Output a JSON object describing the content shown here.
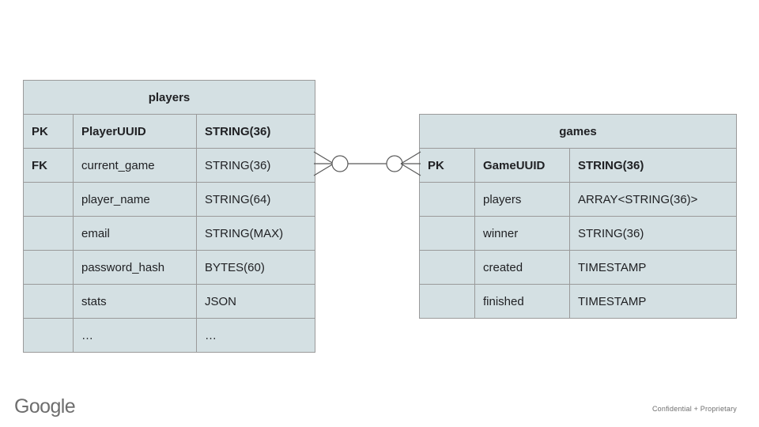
{
  "slide": {
    "background_color": "#ffffff",
    "entity_fill_color": "#d4e0e3",
    "entity_border_color": "#9a9a9a",
    "text_color": "#202124"
  },
  "diagram": {
    "type": "entity-relationship",
    "entities": [
      {
        "name": "players",
        "title": "players",
        "columns": [
          {
            "key": "PK",
            "field": "PlayerUUID",
            "type": "STRING(36)",
            "bold": true
          },
          {
            "key": "FK",
            "field": "current_game",
            "type": "STRING(36)",
            "bold": false
          },
          {
            "key": "",
            "field": "player_name",
            "type": "STRING(64)",
            "bold": false
          },
          {
            "key": "",
            "field": "email",
            "type": "STRING(MAX)",
            "bold": false
          },
          {
            "key": "",
            "field": "password_hash",
            "type": "BYTES(60)",
            "bold": false
          },
          {
            "key": "",
            "field": "stats",
            "type": "JSON",
            "bold": false
          },
          {
            "key": "",
            "field": "…",
            "type": "…",
            "bold": false
          }
        ]
      },
      {
        "name": "games",
        "title": "games",
        "columns": [
          {
            "key": "PK",
            "field": "GameUUID",
            "type": "STRING(36)",
            "bold": true
          },
          {
            "key": "",
            "field": "players",
            "type": "ARRAY<STRING(36)>",
            "bold": false
          },
          {
            "key": "",
            "field": "winner",
            "type": "STRING(36)",
            "bold": false
          },
          {
            "key": "",
            "field": "created",
            "type": "TIMESTAMP",
            "bold": false
          },
          {
            "key": "",
            "field": "finished",
            "type": "TIMESTAMP",
            "bold": false
          }
        ]
      }
    ],
    "relationship": {
      "from": "players",
      "to": "games",
      "from_notation": "zero-or-many",
      "to_notation": "zero-or-many",
      "line_color": "#595959"
    }
  },
  "footer": {
    "brand": "Google",
    "note": "Confidential + Proprietary"
  }
}
